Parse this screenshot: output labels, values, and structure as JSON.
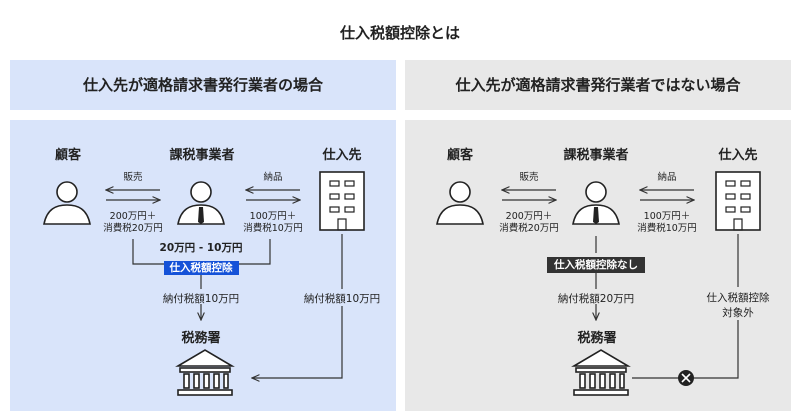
{
  "title": "仕入税額控除とは",
  "left": {
    "header": "仕入先が適格請求書発行業者の場合",
    "customer": "顧客",
    "business": "課税事業者",
    "supplier": "仕入先",
    "sales_label": "販売",
    "sales_amount_1": "200万円＋",
    "sales_amount_2": "消費税20万円",
    "delivery_label": "納品",
    "delivery_amount_1": "100万円＋",
    "delivery_amount_2": "消費税10万円",
    "calc": "20万円 - 10万円",
    "credit_badge": "仕入税額控除",
    "business_tax": "納付税額10万円",
    "supplier_tax": "納付税額10万円",
    "tax_office": "税務署"
  },
  "right": {
    "header": "仕入先が適格請求書発行業者ではない場合",
    "customer": "顧客",
    "business": "課税事業者",
    "supplier": "仕入先",
    "sales_label": "販売",
    "sales_amount_1": "200万円＋",
    "sales_amount_2": "消費税20万円",
    "delivery_label": "納品",
    "delivery_amount_1": "100万円＋",
    "delivery_amount_2": "消費税10万円",
    "no_credit_badge": "仕入税額控除なし",
    "business_tax": "納付税額20万円",
    "supplier_note_1": "仕入税額控除",
    "supplier_note_2": "対象外",
    "tax_office": "税務署"
  }
}
